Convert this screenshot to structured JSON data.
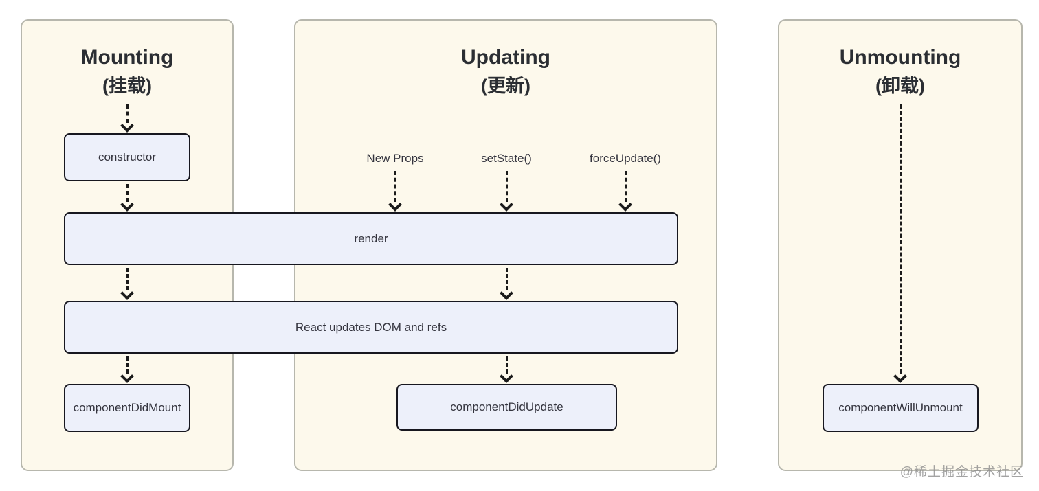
{
  "diagram": {
    "type": "flowchart",
    "subject": "React component lifecycle",
    "panels": [
      {
        "id": "mounting",
        "title": "Mounting",
        "subtitle": "(挂载)"
      },
      {
        "id": "updating",
        "title": "Updating",
        "subtitle": "(更新)"
      },
      {
        "id": "unmounting",
        "title": "Unmounting",
        "subtitle": "(卸载)"
      }
    ],
    "triggers": [
      {
        "id": "new-props",
        "label": "New Props"
      },
      {
        "id": "set-state",
        "label": "setState()"
      },
      {
        "id": "force-update",
        "label": "forceUpdate()"
      }
    ],
    "nodes": [
      {
        "id": "constructor",
        "label": "constructor",
        "panel": "mounting"
      },
      {
        "id": "render",
        "label": "render",
        "panel": "mounting/updating"
      },
      {
        "id": "react-updates",
        "label": "React updates DOM and refs",
        "panel": "mounting/updating"
      },
      {
        "id": "componentDidMount",
        "label": "componentDidMount",
        "panel": "mounting"
      },
      {
        "id": "componentDidUpdate",
        "label": "componentDidUpdate",
        "panel": "updating"
      },
      {
        "id": "componentWillUnmount",
        "label": "componentWillUnmount",
        "panel": "unmounting"
      }
    ],
    "edges": [
      {
        "from": "Mounting (挂载)",
        "to": "constructor"
      },
      {
        "from": "constructor",
        "to": "render"
      },
      {
        "from": "New Props",
        "to": "render"
      },
      {
        "from": "setState()",
        "to": "render"
      },
      {
        "from": "forceUpdate()",
        "to": "render"
      },
      {
        "from": "render",
        "to": "React updates DOM and refs"
      },
      {
        "from": "React updates DOM and refs",
        "to": "componentDidMount"
      },
      {
        "from": "React updates DOM and refs",
        "to": "componentDidUpdate"
      },
      {
        "from": "Unmounting (卸载)",
        "to": "componentWillUnmount"
      }
    ]
  },
  "watermark": "@稀土掘金技术社区",
  "colors": {
    "panel_bg": "#fdf9ec",
    "panel_border": "#b7b7ad",
    "node_bg": "#edf0fa",
    "node_border": "#17171f",
    "text": "#2b2e33",
    "node_text": "#34343e",
    "arrow": "#1b1b1b",
    "watermark": "#8d8d8d"
  }
}
